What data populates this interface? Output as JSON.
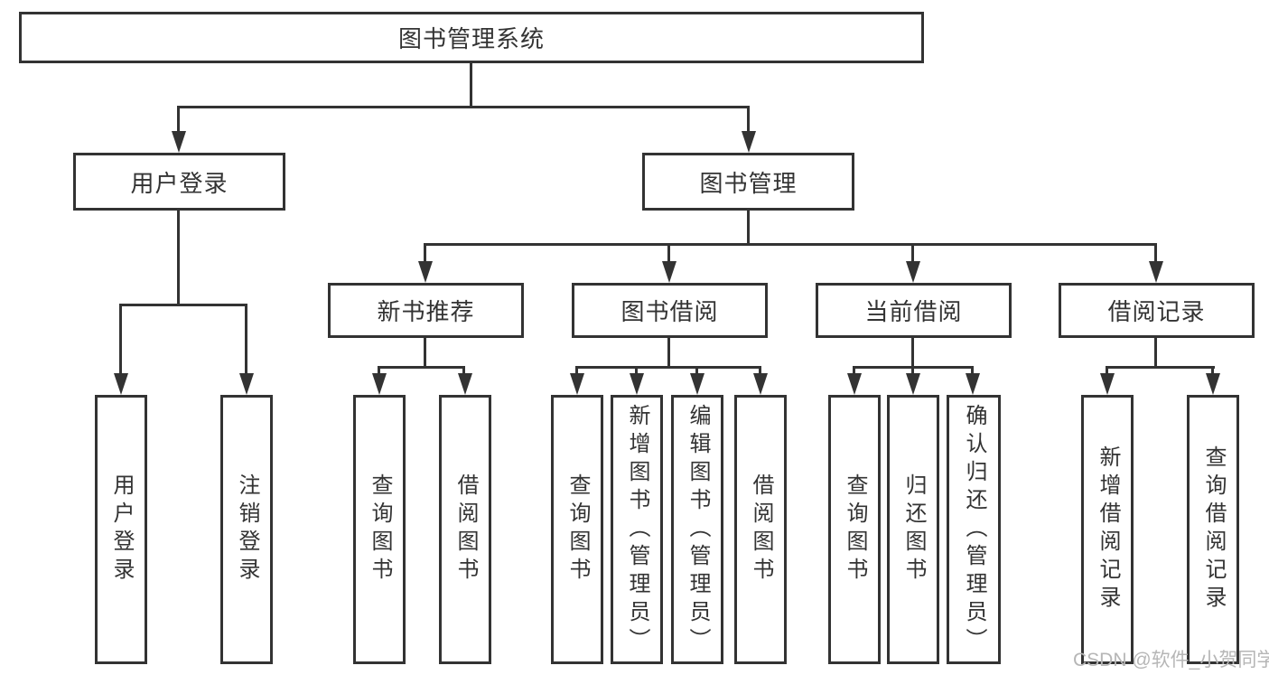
{
  "watermark": "CSDN @软件_小贺同学",
  "colors": {
    "line": "#333333",
    "text": "#333333",
    "background": "#ffffff",
    "watermark": "#b6b6b6"
  },
  "tree": {
    "root": {
      "label": "图书管理系统"
    },
    "branches": [
      {
        "label": "用户登录",
        "children": [
          {
            "label": "用户登录"
          },
          {
            "label": "注销登录"
          }
        ]
      },
      {
        "label": "图书管理",
        "children": [
          {
            "label": "新书推荐",
            "children": [
              {
                "label": "查询图书"
              },
              {
                "label": "借阅图书"
              }
            ]
          },
          {
            "label": "图书借阅",
            "children": [
              {
                "label": "查询图书"
              },
              {
                "label": "新增图书（管理员）"
              },
              {
                "label": "编辑图书（管理员）"
              },
              {
                "label": "借阅图书"
              }
            ]
          },
          {
            "label": "当前借阅",
            "children": [
              {
                "label": "查询图书"
              },
              {
                "label": "归还图书"
              },
              {
                "label": "确认归还（管理员）"
              }
            ]
          },
          {
            "label": "借阅记录",
            "children": [
              {
                "label": "新增借阅记录"
              },
              {
                "label": "查询借阅记录"
              }
            ]
          }
        ]
      }
    ]
  }
}
